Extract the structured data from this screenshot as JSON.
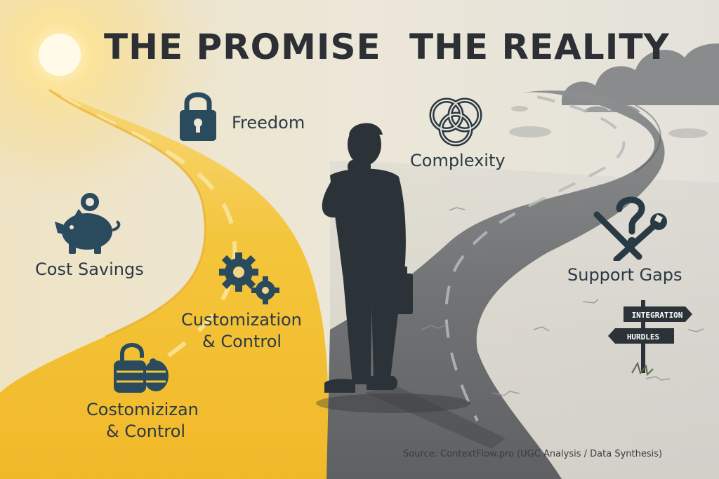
{
  "headings": {
    "promise": "THE PROMISE",
    "reality": "THE REALITY"
  },
  "promise_items": [
    {
      "label": "Freedom",
      "icon": "padlock-icon"
    },
    {
      "label": "Cost Savings",
      "icon": "piggy-bank-icon"
    },
    {
      "label_lines": [
        "Customization",
        "& Control"
      ],
      "icon": "gears-icon"
    },
    {
      "label_lines": [
        "Costomizizan",
        "& Control"
      ],
      "icon": "open-padlock-icon"
    }
  ],
  "reality_items": [
    {
      "label": "Complexity",
      "icon": "knot-icon"
    },
    {
      "label": "Support Gaps",
      "icon": "question-tools-icon"
    }
  ],
  "signpost": {
    "top": "INTEGRATION",
    "bottom": "HURDLES"
  },
  "source": "Source: ContextFlow.pro (UGC Analysis / Data Synthesis)",
  "colors": {
    "road_yellow": "#f4c234",
    "road_gray": "#6e7073",
    "ink": "#2a3a45",
    "background": "#ece7d8"
  }
}
